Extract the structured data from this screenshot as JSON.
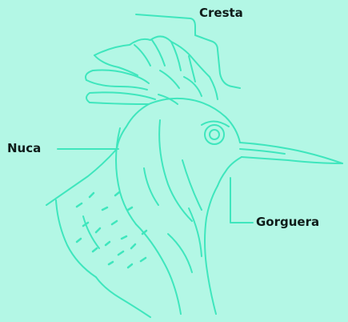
{
  "labels": {
    "cresta": "Cresta",
    "nuca": "Nuca",
    "gorguera": "Gorguera"
  },
  "colors": {
    "background": "#b3f7e5",
    "line": "#3fe6bd",
    "text": "#0f1c19"
  }
}
